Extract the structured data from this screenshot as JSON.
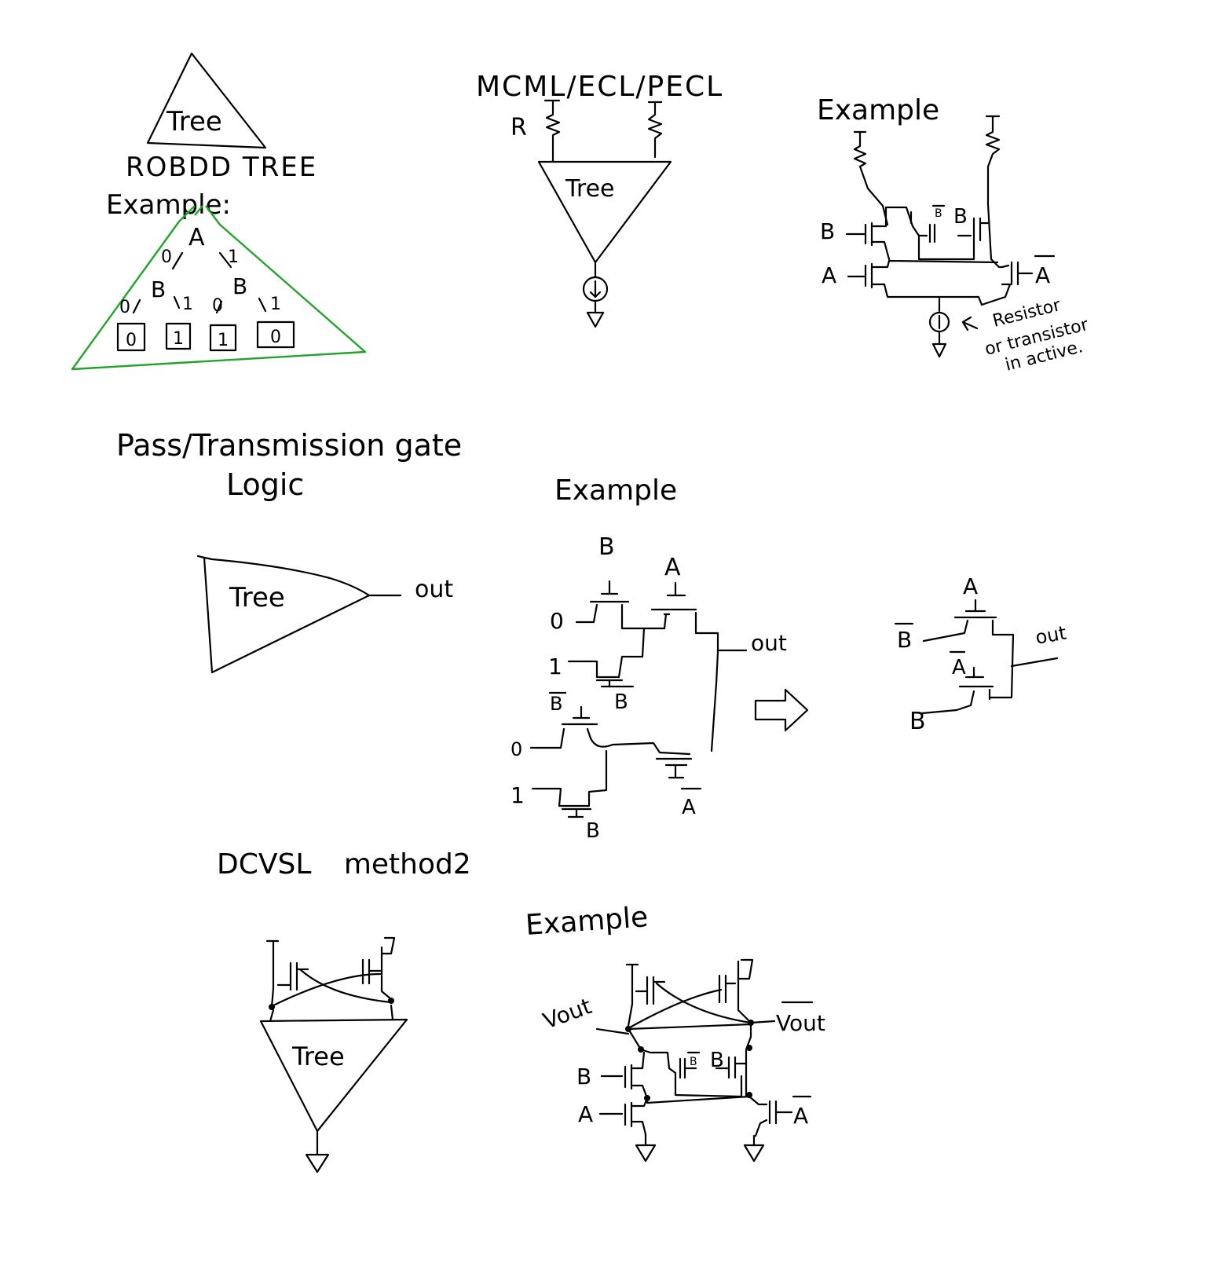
{
  "diagram": {
    "robdd": {
      "tree": "Tree",
      "title": "ROBDD TREE",
      "example": "Example:",
      "root": "A",
      "node_left": "B",
      "node_right": "B",
      "edge_a0": "0",
      "edge_a1": "1",
      "edge_bl0": "0",
      "edge_bl1": "1",
      "edge_br0": "0",
      "edge_br1": "1",
      "leaves": [
        "0",
        "1",
        "1",
        "0"
      ],
      "outline_color": "#22a32a"
    },
    "mcml": {
      "title": "MCML/ECL/PECL",
      "resistor": "R",
      "tree": "Tree"
    },
    "mcml_example": {
      "title": "Example",
      "in_b": "B",
      "in_a": "A",
      "in_nb": "B",
      "in_b2": "B",
      "in_na": "A",
      "note": [
        "Resistor",
        "or transistor",
        "in active."
      ]
    },
    "pass": {
      "title": "Pass/Transmission gate",
      "title2": "Logic",
      "tree": "Tree",
      "out": "out"
    },
    "pass_example": {
      "title": "Example",
      "b_top": "B",
      "a_top": "A",
      "in_0a": "0",
      "in_1a": "1",
      "nb_gate": "B",
      "nb_top": "B",
      "in_0b": "0",
      "in_1b": "1",
      "b_gate": "B",
      "na_gate": "A",
      "out": "out"
    },
    "pass_reduced": {
      "a_top": "A",
      "nb_in": "B",
      "na_gate": "A",
      "b_in": "B",
      "out": "out"
    },
    "dcvsl": {
      "title": "DCVSL method2",
      "tree": "Tree"
    },
    "dcvsl_example": {
      "title": "Example",
      "vout_left": "Vout",
      "vout_right": "Vout",
      "in_b": "B",
      "in_a": "A",
      "in_nb": "B",
      "in_b2": "B",
      "in_na": "A"
    }
  }
}
